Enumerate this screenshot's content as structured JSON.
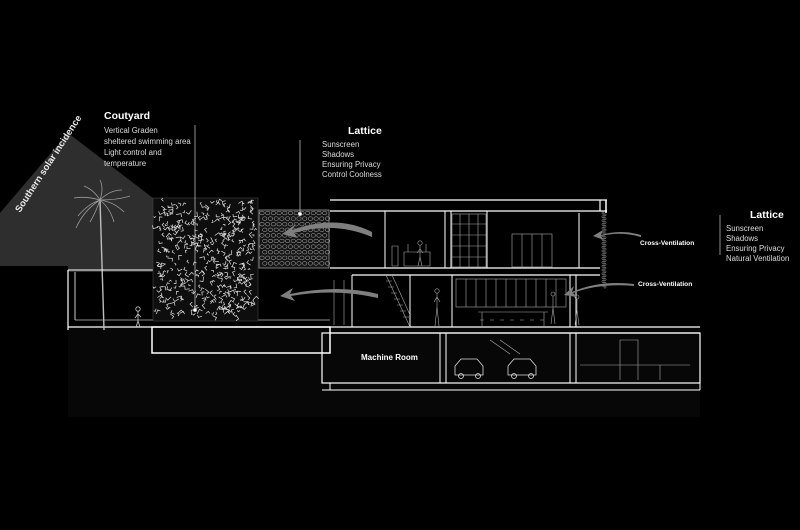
{
  "solar_label": "Southern solar incidence",
  "courtyard": {
    "title": "Coutyard",
    "lines": [
      "Vertical Graden",
      "sheltered swimming area",
      "Light control and",
      "temperature"
    ]
  },
  "lattice_top": {
    "title": "Lattice",
    "lines": [
      "Sunscreen",
      "Shadows",
      "Ensuring Privacy",
      "Control Coolness"
    ]
  },
  "lattice_right": {
    "title": "Lattice",
    "lines": [
      "Sunscreen",
      "Shadows",
      "Ensuring Privacy",
      "Natural Ventilation"
    ]
  },
  "cross_ventilation_upper": "Cross-Ventilation",
  "cross_ventilation_lower": "Cross-Ventilation",
  "machine_room": "Machine Room",
  "colors": {
    "background": "#000000",
    "line": "#ffffff",
    "sun_wedge": "#2a2a2a",
    "arrow": "#8a8a8a"
  }
}
